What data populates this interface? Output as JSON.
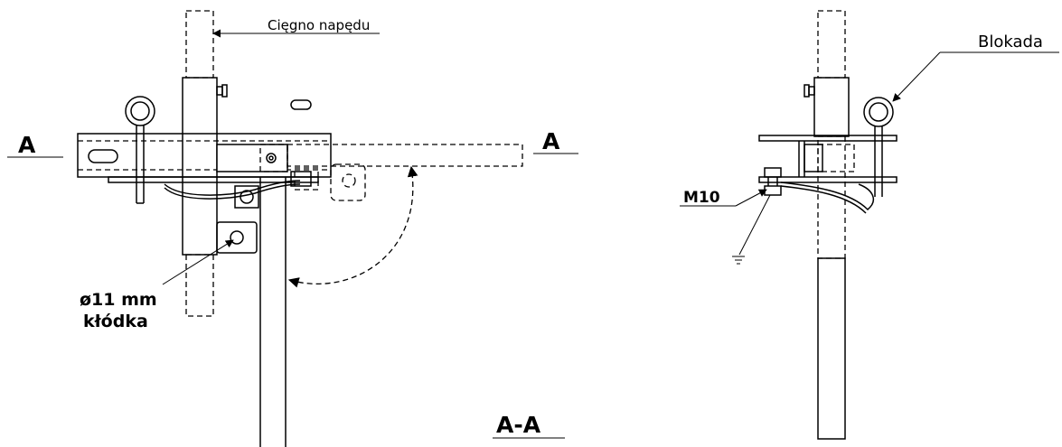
{
  "labels": {
    "drive_rod": "Cięgno napędu",
    "lock": "Blokada",
    "bolt": "M10",
    "hole_diameter": "ø11 mm",
    "padlock": "kłódka",
    "section_left": "A",
    "section_right": "A",
    "section_view": "A-A"
  }
}
